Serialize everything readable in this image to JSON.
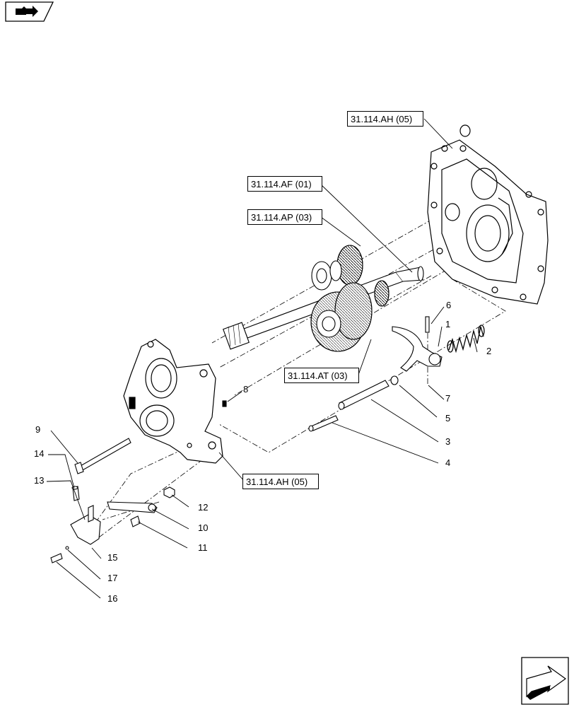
{
  "references": [
    {
      "id": "ref-31-114-ah-05-top",
      "text": "31.114.AH (05)"
    },
    {
      "id": "ref-31-114-af-01",
      "text": "31.114.AF (01)"
    },
    {
      "id": "ref-31-114-ap-03",
      "text": "31.114.AP (03)"
    },
    {
      "id": "ref-31-114-at-03",
      "text": "31.114.AT (03)"
    },
    {
      "id": "ref-31-114-ah-05-bottom",
      "text": "31.114.AH (05)"
    }
  ],
  "callouts": [
    "1",
    "2",
    "3",
    "4",
    "5",
    "6",
    "7",
    "8",
    "9",
    "10",
    "11",
    "12",
    "13",
    "14",
    "15",
    "16",
    "17"
  ],
  "icons": {
    "top_left": "folder-arrow-icon",
    "bottom_right": "next-page-arrow-icon"
  }
}
